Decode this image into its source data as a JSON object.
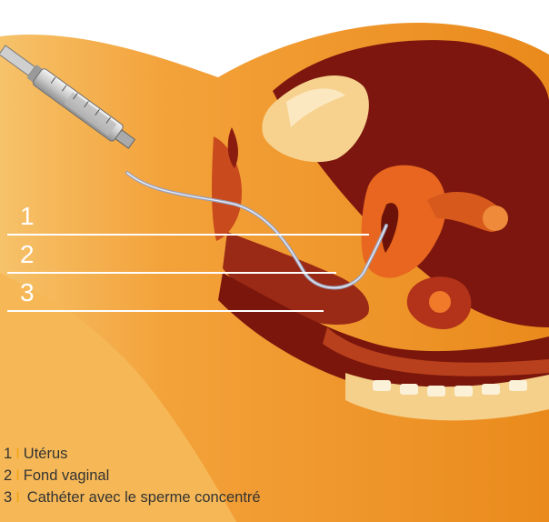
{
  "labels": [
    {
      "number": "1",
      "text": "Utérus"
    },
    {
      "number": "2",
      "text": "Fond vaginal"
    },
    {
      "number": "3",
      "text": "Cathéter avec le sperme concentré"
    }
  ],
  "separator": "I",
  "colors": {
    "skin": "#f39a2a",
    "tissue_dark": "#8e1c12",
    "tissue_light": "#e65c22",
    "label_line": "#ffffff",
    "separator": "#f2a30f",
    "legend_text": "#333333"
  }
}
